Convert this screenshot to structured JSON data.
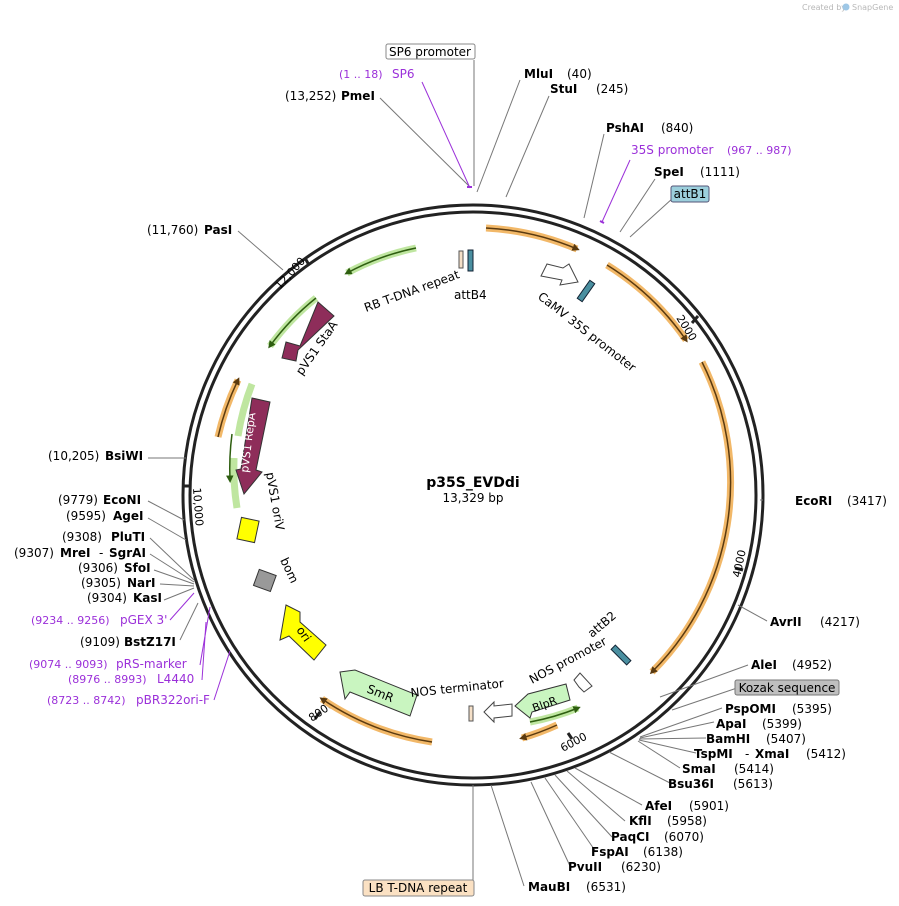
{
  "credit": {
    "text": "Created by",
    "brand": "SnapGene"
  },
  "plasmid": {
    "name": "p35S_EVDdi",
    "size_label": "13,329 bp"
  },
  "ticks": [
    "2000",
    "4000",
    "6000",
    "8000",
    "10,000",
    "12,000"
  ],
  "boxed_labels": {
    "sp6_promoter": "SP6 promoter",
    "attb1": "attB1",
    "kozak": "Kozak sequence",
    "lb_repeat": "LB T-DNA repeat"
  },
  "sites_top": [
    {
      "name": "MluI",
      "pos": "(40)"
    },
    {
      "name": "StuI",
      "pos": "(245)"
    },
    {
      "name": "PshAI",
      "pos": "(840)"
    },
    {
      "name": "SpeI",
      "pos": "(1111)"
    }
  ],
  "sites_right": [
    {
      "name": "EcoRI",
      "pos": "(3417)"
    },
    {
      "name": "AvrII",
      "pos": "(4217)"
    },
    {
      "name": "AleI",
      "pos": "(4952)"
    },
    {
      "name": "PspOMI",
      "pos": "(5395)"
    },
    {
      "name": "ApaI",
      "pos": "(5399)"
    },
    {
      "name": "BamHI",
      "pos": "(5407)"
    },
    {
      "name": "TspMI",
      "name2": "XmaI",
      "pos": "(5412)"
    },
    {
      "name": "SmaI",
      "pos": "(5414)"
    },
    {
      "name": "Bsu36I",
      "pos": "(5613)"
    },
    {
      "name": "AfeI",
      "pos": "(5901)"
    },
    {
      "name": "KflI",
      "pos": "(5958)"
    },
    {
      "name": "PaqCI",
      "pos": "(6070)"
    },
    {
      "name": "FspAI",
      "pos": "(6138)"
    },
    {
      "name": "PvuII",
      "pos": "(6230)"
    },
    {
      "name": "MauBI",
      "pos": "(6531)"
    }
  ],
  "sites_left": [
    {
      "name": "PmeI",
      "pos": "(13,252)"
    },
    {
      "name": "PasI",
      "pos": "(11,760)"
    },
    {
      "name": "BsiWI",
      "pos": "(10,205)"
    },
    {
      "name": "EcoNI",
      "pos": "(9779)"
    },
    {
      "name": "AgeI",
      "pos": "(9595)"
    },
    {
      "name": "PluTI",
      "pos": "(9308)"
    },
    {
      "name": "MreI",
      "name2": "SgrAI",
      "pos": "(9307)"
    },
    {
      "name": "SfoI",
      "pos": "(9306)"
    },
    {
      "name": "NarI",
      "pos": "(9305)"
    },
    {
      "name": "KasI",
      "pos": "(9304)"
    },
    {
      "name": "BstZ17I",
      "pos": "(9109)"
    }
  ],
  "primers": [
    {
      "range": "(1 .. 18)",
      "name": "SP6"
    },
    {
      "range": "(967 .. 987)",
      "name": "35S promoter"
    },
    {
      "range": "(9234 .. 9256)",
      "name": "pGEX 3'"
    },
    {
      "range": "(9074 .. 9093)",
      "name": "pRS-marker"
    },
    {
      "range": "(8976 .. 8993)",
      "name": "L4440"
    },
    {
      "range": "(8723 .. 8742)",
      "name": "pBR322ori-F"
    }
  ],
  "inner_labels": {
    "rb_repeat": "RB T-DNA repeat",
    "attb4": "attB4",
    "camv": "CaMV 35S promoter",
    "pvs1_staa": "pVS1 StaA",
    "pvs1_repa": "pVS1 RepA",
    "pvs1_oriv": "pVS1 oriV",
    "bom": "bom",
    "ori": "ori",
    "smr": "SmR",
    "nos_terminator": "NOS terminator",
    "nos_promoter": "NOS promoter",
    "blpr": "BlpR",
    "attb2": "attB2"
  },
  "colors": {
    "feature_orange": "#f2b868",
    "feature_green": "#7cc54e",
    "primer_purple": "#9b30d9",
    "repa_maroon": "#8e2d5a",
    "ori_yellow": "#ffff00",
    "smr_green": "#c9f5c0",
    "attb_box": "#9ccfdc",
    "kozak_box": "#bfbfbf",
    "lb_box": "#fbe1c3"
  }
}
